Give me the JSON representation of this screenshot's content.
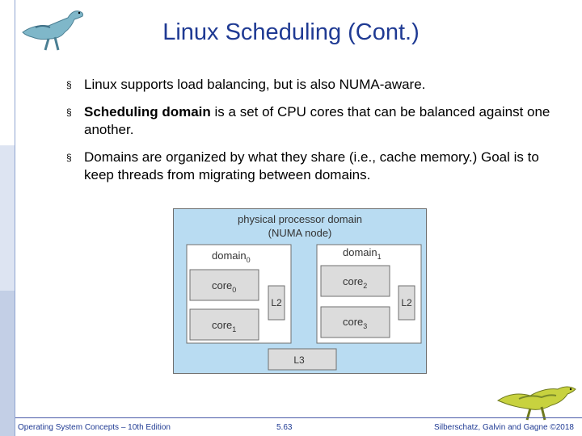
{
  "title": "Linux Scheduling (Cont.)",
  "bullets": [
    {
      "bold": "",
      "text": "Linux supports load balancing, but is also NUMA-aware."
    },
    {
      "bold": "Scheduling domain",
      "text": " is a set of CPU cores that can be balanced against one another."
    },
    {
      "bold": "",
      "text": "Domains are organized by what they share (i.e., cache memory.) Goal is to keep threads from migrating between domains."
    }
  ],
  "bullet_marker": "§",
  "diagram": {
    "outer_label_line1": "physical processor domain",
    "outer_label_line2": "(NUMA node)",
    "domain0": {
      "label": "domain",
      "sub": "0",
      "cores": [
        {
          "label": "core",
          "sub": "0"
        },
        {
          "label": "core",
          "sub": "1"
        }
      ],
      "cache": "L2"
    },
    "domain1": {
      "label": "domain",
      "sub": "1",
      "cores": [
        {
          "label": "core",
          "sub": "2"
        },
        {
          "label": "core",
          "sub": "3"
        }
      ],
      "cache": "L2"
    },
    "shared_cache": "L3",
    "colors": {
      "outer": "#b9dcf2",
      "domain": "#ffffff",
      "box": "#dcdcdc",
      "border": "#6f6f6f"
    }
  },
  "footer": {
    "left": "Operating System Concepts – 10th Edition",
    "center": "5.63",
    "right": "Silberschatz, Galvin and Gagne ©2018"
  },
  "colors": {
    "title": "#1f3a93",
    "accent": "#4a5aa8"
  }
}
